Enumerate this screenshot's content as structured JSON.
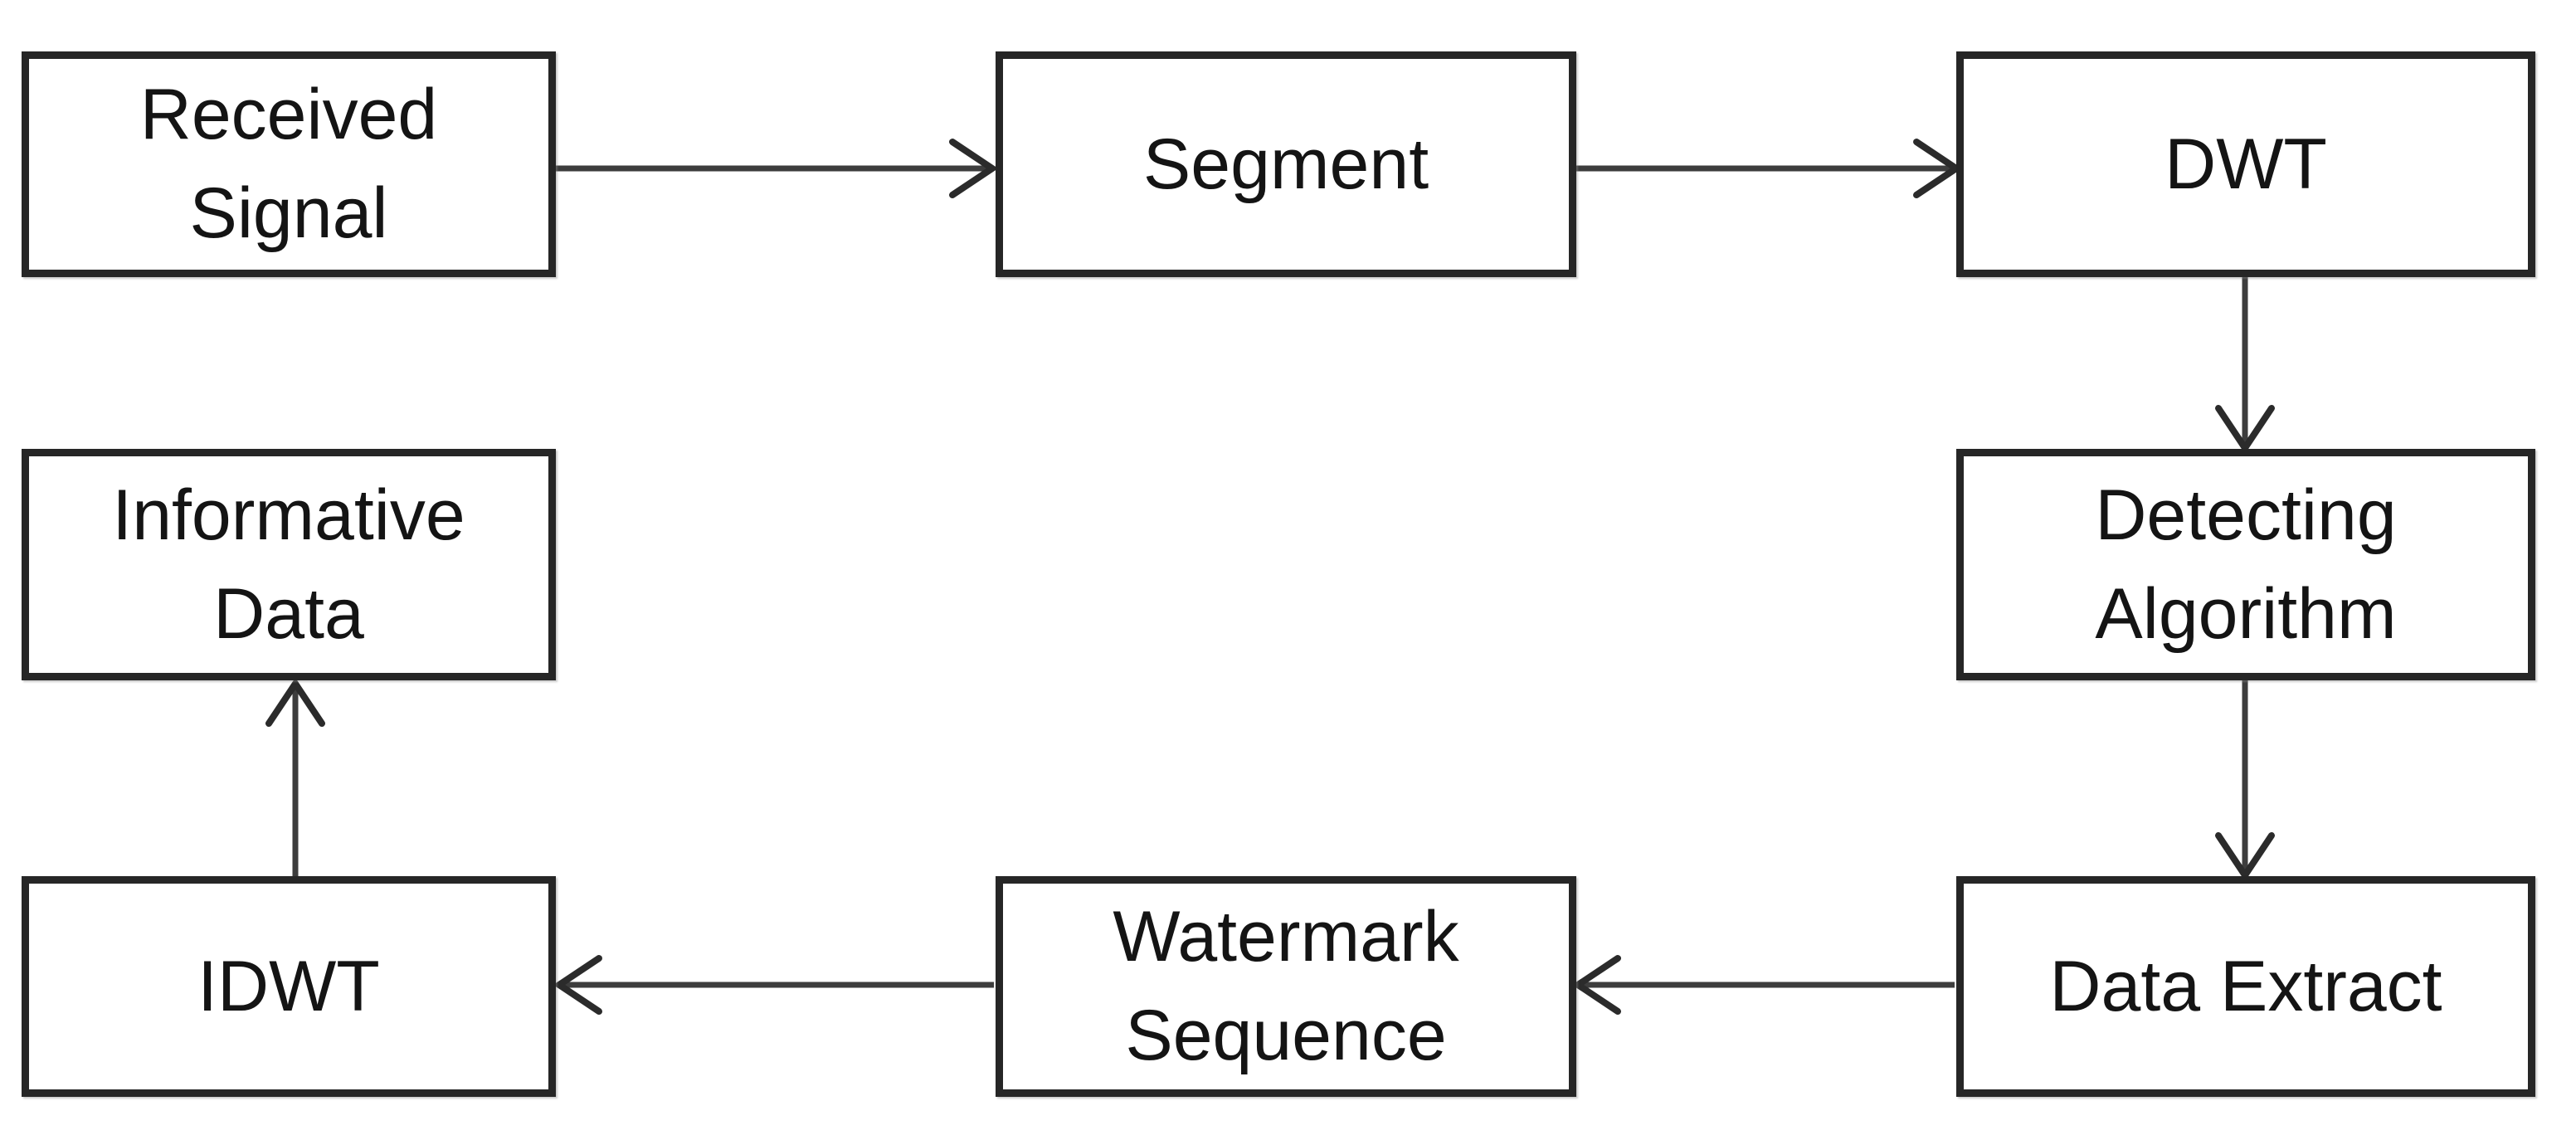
{
  "diagram": {
    "type": "flowchart",
    "background": "#ffffff",
    "colors": {
      "box_border": "#262626",
      "box_fill": "#ffffff",
      "text": "#141414",
      "arrow": "#3d3d3d"
    },
    "nodes": [
      {
        "id": "received-signal",
        "label": "Received\nSignal"
      },
      {
        "id": "segment",
        "label": "Segment"
      },
      {
        "id": "dwt",
        "label": "DWT"
      },
      {
        "id": "detecting-algorithm",
        "label": "Detecting\nAlgorithm"
      },
      {
        "id": "informative-data",
        "label": "Informative\nData"
      },
      {
        "id": "idwt",
        "label": "IDWT"
      },
      {
        "id": "watermark-sequence",
        "label": "Watermark\nSequence"
      },
      {
        "id": "data-extract",
        "label": "Data Extract"
      }
    ],
    "edges": [
      {
        "from": "received-signal",
        "to": "segment"
      },
      {
        "from": "segment",
        "to": "dwt"
      },
      {
        "from": "dwt",
        "to": "detecting-algorithm"
      },
      {
        "from": "detecting-algorithm",
        "to": "data-extract"
      },
      {
        "from": "data-extract",
        "to": "watermark-sequence"
      },
      {
        "from": "watermark-sequence",
        "to": "idwt"
      },
      {
        "from": "idwt",
        "to": "informative-data"
      }
    ]
  }
}
